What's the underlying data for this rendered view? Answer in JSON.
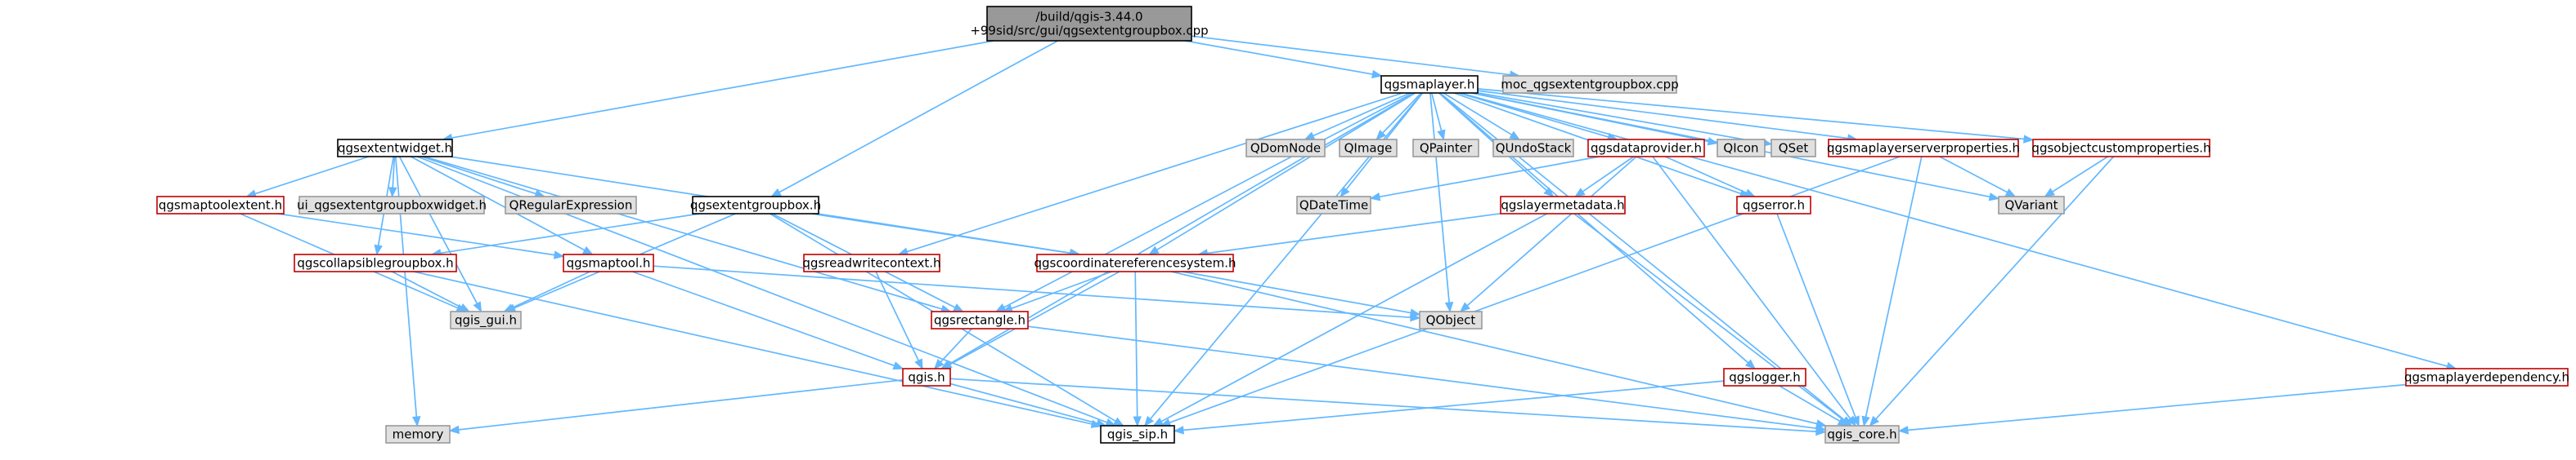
{
  "graph": {
    "colors": {
      "edge": "#63b8ff",
      "root_fill": "#999999",
      "header_fill": "#ffffff",
      "header_stroke": "#bf0000",
      "normal_stroke": "#000000",
      "system_fill": "#e0e0e0",
      "system_stroke": "#999999"
    },
    "nodes": [
      {
        "id": "root",
        "kind": "root",
        "lines": [
          "/build/qgis-3.44.0",
          "+99sid/src/gui/qgsextentgroupbox.cpp"
        ]
      },
      {
        "id": "extentwidget",
        "kind": "normal",
        "lines": [
          "qgsextentwidget.h"
        ]
      },
      {
        "id": "maplayer",
        "kind": "normal",
        "lines": [
          "qgsmaplayer.h"
        ]
      },
      {
        "id": "moc",
        "kind": "system",
        "lines": [
          "moc_qgsextentgroupbox.cpp"
        ]
      },
      {
        "id": "maptoolextent",
        "kind": "header",
        "lines": [
          "qgsmaptoolextent.h"
        ]
      },
      {
        "id": "ui",
        "kind": "system",
        "lines": [
          "ui_qgsextentgroupboxwidget.h"
        ]
      },
      {
        "id": "qregexp",
        "kind": "system",
        "lines": [
          "QRegularExpression"
        ]
      },
      {
        "id": "groupbox",
        "kind": "normal",
        "lines": [
          "qgsextentgroupbox.h"
        ]
      },
      {
        "id": "qdomnode",
        "kind": "system",
        "lines": [
          "QDomNode"
        ]
      },
      {
        "id": "qimage",
        "kind": "system",
        "lines": [
          "QImage"
        ]
      },
      {
        "id": "qpainter",
        "kind": "system",
        "lines": [
          "QPainter"
        ]
      },
      {
        "id": "qundostack",
        "kind": "system",
        "lines": [
          "QUndoStack"
        ]
      },
      {
        "id": "dataprovider",
        "kind": "header",
        "lines": [
          "qgsdataprovider.h"
        ]
      },
      {
        "id": "qicon",
        "kind": "system",
        "lines": [
          "QIcon"
        ]
      },
      {
        "id": "qset",
        "kind": "system",
        "lines": [
          "QSet"
        ]
      },
      {
        "id": "serverprops",
        "kind": "header",
        "lines": [
          "qgsmaplayerserverproperties.h"
        ]
      },
      {
        "id": "customprops",
        "kind": "header",
        "lines": [
          "qgsobjectcustomproperties.h"
        ]
      },
      {
        "id": "qdatetime",
        "kind": "system",
        "lines": [
          "QDateTime"
        ]
      },
      {
        "id": "layermetadata",
        "kind": "header",
        "lines": [
          "qgslayermetadata.h"
        ]
      },
      {
        "id": "error",
        "kind": "header",
        "lines": [
          "qgserror.h"
        ]
      },
      {
        "id": "qvariant",
        "kind": "system",
        "lines": [
          "QVariant"
        ]
      },
      {
        "id": "collapsible",
        "kind": "header",
        "lines": [
          "qgscollapsiblegroupbox.h"
        ]
      },
      {
        "id": "maptool",
        "kind": "header",
        "lines": [
          "qgsmaptool.h"
        ]
      },
      {
        "id": "readwrite",
        "kind": "header",
        "lines": [
          "qgsreadwritecontext.h"
        ]
      },
      {
        "id": "crs",
        "kind": "header",
        "lines": [
          "qgscoordinatereferencesystem.h"
        ]
      },
      {
        "id": "qobject",
        "kind": "system",
        "lines": [
          "QObject"
        ]
      },
      {
        "id": "qgisgui",
        "kind": "system",
        "lines": [
          "qgis_gui.h"
        ]
      },
      {
        "id": "rectangle",
        "kind": "header",
        "lines": [
          "qgsrectangle.h"
        ]
      },
      {
        "id": "qgis",
        "kind": "header",
        "lines": [
          "qgis.h"
        ]
      },
      {
        "id": "logger",
        "kind": "header",
        "lines": [
          "qgslogger.h"
        ]
      },
      {
        "id": "dependency",
        "kind": "header",
        "lines": [
          "qgsmaplayerdependency.h"
        ]
      },
      {
        "id": "memory",
        "kind": "system",
        "lines": [
          "memory"
        ]
      },
      {
        "id": "qgissip",
        "kind": "normal",
        "lines": [
          "qgis_sip.h"
        ]
      },
      {
        "id": "qgiscore",
        "kind": "system",
        "lines": [
          "qgis_core.h"
        ]
      }
    ],
    "edges": [
      [
        "root",
        "extentwidget"
      ],
      [
        "root",
        "maplayer"
      ],
      [
        "root",
        "moc"
      ],
      [
        "root",
        "groupbox"
      ],
      [
        "extentwidget",
        "maptoolextent"
      ],
      [
        "extentwidget",
        "ui"
      ],
      [
        "extentwidget",
        "qregexp"
      ],
      [
        "extentwidget",
        "memory"
      ],
      [
        "extentwidget",
        "qgissip"
      ],
      [
        "extentwidget",
        "qgisgui"
      ],
      [
        "extentwidget",
        "collapsible"
      ],
      [
        "extentwidget",
        "maptool"
      ],
      [
        "extentwidget",
        "crs"
      ],
      [
        "extentwidget",
        "rectangle"
      ],
      [
        "maptoolextent",
        "maptool"
      ],
      [
        "maptoolextent",
        "qgisgui"
      ],
      [
        "groupbox",
        "collapsible"
      ],
      [
        "groupbox",
        "qgisgui"
      ],
      [
        "groupbox",
        "crs"
      ],
      [
        "groupbox",
        "rectangle"
      ],
      [
        "groupbox",
        "qgissip"
      ],
      [
        "maplayer",
        "qdomnode"
      ],
      [
        "maplayer",
        "qimage"
      ],
      [
        "maplayer",
        "qpainter"
      ],
      [
        "maplayer",
        "qundostack"
      ],
      [
        "maplayer",
        "dataprovider"
      ],
      [
        "maplayer",
        "qicon"
      ],
      [
        "maplayer",
        "qset"
      ],
      [
        "maplayer",
        "serverprops"
      ],
      [
        "maplayer",
        "customprops"
      ],
      [
        "maplayer",
        "qdatetime"
      ],
      [
        "maplayer",
        "layermetadata"
      ],
      [
        "maplayer",
        "error"
      ],
      [
        "maplayer",
        "qvariant"
      ],
      [
        "maplayer",
        "readwrite"
      ],
      [
        "maplayer",
        "crs"
      ],
      [
        "maplayer",
        "qobject"
      ],
      [
        "maplayer",
        "rectangle"
      ],
      [
        "maplayer",
        "qgis"
      ],
      [
        "maplayer",
        "logger"
      ],
      [
        "maplayer",
        "dependency"
      ],
      [
        "maplayer",
        "qgissip"
      ],
      [
        "maplayer",
        "qgiscore"
      ],
      [
        "dataprovider",
        "qdatetime"
      ],
      [
        "dataprovider",
        "layermetadata"
      ],
      [
        "dataprovider",
        "error"
      ],
      [
        "dataprovider",
        "qobject"
      ],
      [
        "dataprovider",
        "qgiscore"
      ],
      [
        "serverprops",
        "qvariant"
      ],
      [
        "serverprops",
        "qgiscore"
      ],
      [
        "serverprops",
        "qgissip"
      ],
      [
        "customprops",
        "qvariant"
      ],
      [
        "customprops",
        "qgiscore"
      ],
      [
        "layermetadata",
        "crs"
      ],
      [
        "layermetadata",
        "qgissip"
      ],
      [
        "layermetadata",
        "qgiscore"
      ],
      [
        "error",
        "qgiscore"
      ],
      [
        "collapsible",
        "qgisgui"
      ],
      [
        "collapsible",
        "qgissip"
      ],
      [
        "maptool",
        "qgisgui"
      ],
      [
        "maptool",
        "qobject"
      ],
      [
        "maptool",
        "qgis"
      ],
      [
        "readwrite",
        "qgis"
      ],
      [
        "crs",
        "rectangle"
      ],
      [
        "crs",
        "qobject"
      ],
      [
        "crs",
        "qgis"
      ],
      [
        "crs",
        "qgissip"
      ],
      [
        "crs",
        "qgiscore"
      ],
      [
        "rectangle",
        "qgis"
      ],
      [
        "rectangle",
        "qgiscore"
      ],
      [
        "qgis",
        "memory"
      ],
      [
        "qgis",
        "qgissip"
      ],
      [
        "qgis",
        "qgiscore"
      ],
      [
        "logger",
        "qgissip"
      ],
      [
        "logger",
        "qgiscore"
      ],
      [
        "dependency",
        "qgiscore"
      ]
    ]
  }
}
